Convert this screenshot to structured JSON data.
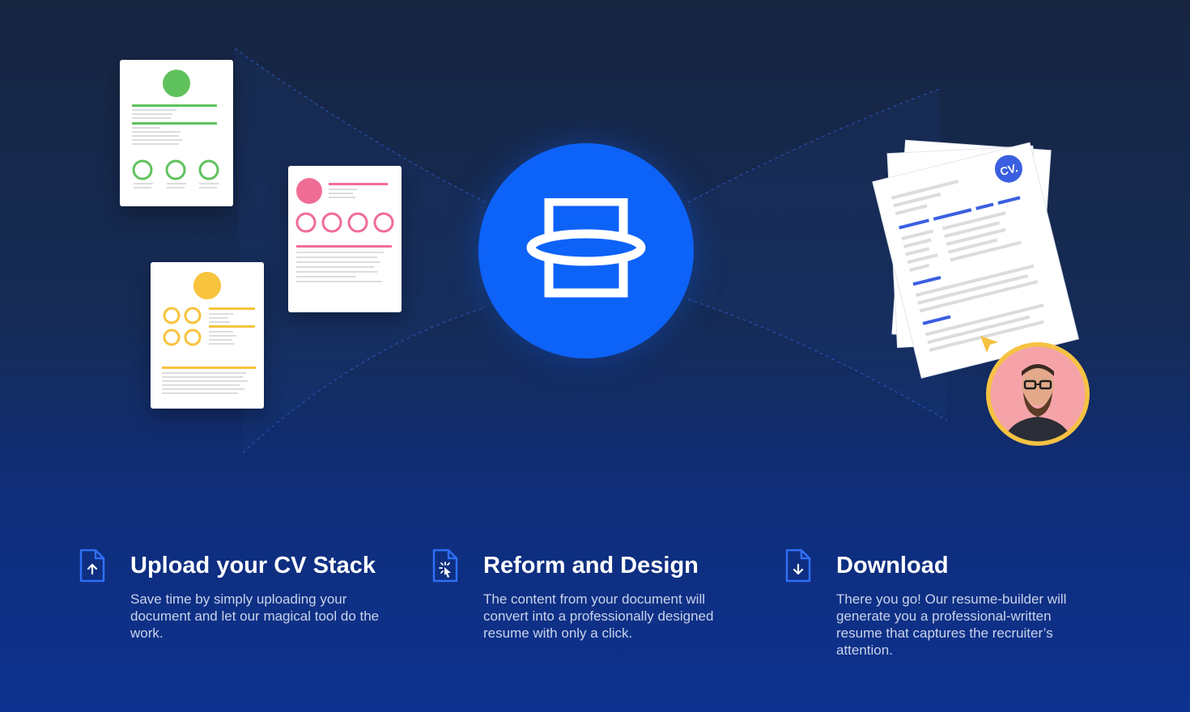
{
  "hero": {
    "upload_docs": [
      "green-cv-thumbnail",
      "pink-cv-thumbnail",
      "yellow-cv-thumbnail"
    ],
    "hub_icon": "reform-icon",
    "output_badge": "CV.",
    "colors": {
      "hub": "#0d62f8",
      "green": "#5fc25d",
      "pink": "#ef6d95",
      "yellow": "#f8c33d",
      "blue_accent": "#3a5fe0",
      "avatar_ring": "#f5c243"
    }
  },
  "steps": [
    {
      "icon": "upload-file-icon",
      "title": "Upload your CV Stack",
      "description": "Save time by simply uploading your document and let our magical tool do the work."
    },
    {
      "icon": "magic-click-file-icon",
      "title": "Reform and Design",
      "description": "The content from your document will convert into a professionally designed resume with only a click."
    },
    {
      "icon": "download-file-icon",
      "title": "Download",
      "description": "There you go! Our resume-builder will generate you a professional-written resume that captures the recruiter’s attention."
    }
  ]
}
